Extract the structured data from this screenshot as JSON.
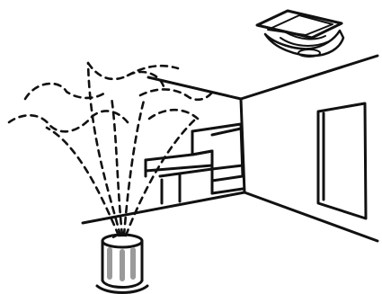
{
  "illustration": {
    "elements": [
      "room-interior",
      "ceiling-smoke-detector",
      "aerosol-fogger-can",
      "spray-plume"
    ],
    "colors": {
      "ink": "#111111",
      "background": "#ffffff",
      "can_gray": "#9a9a9a"
    }
  }
}
